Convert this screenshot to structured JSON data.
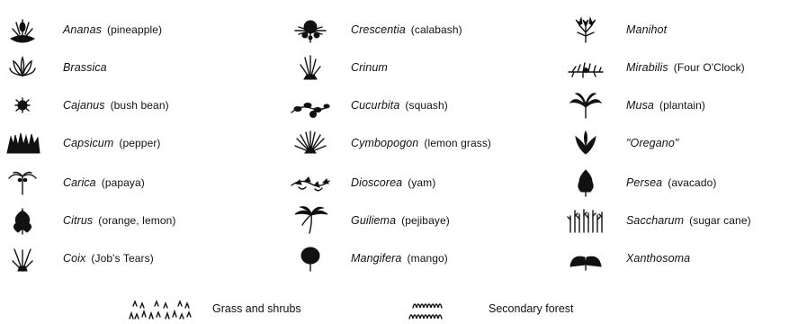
{
  "columns": [
    [
      {
        "genus": "Ananas",
        "common": "(pineapple)",
        "icon": "pineapple-icon"
      },
      {
        "genus": "Brassica",
        "common": "",
        "icon": "brassica-icon"
      },
      {
        "genus": "Cajanus",
        "common": "(bush bean)",
        "icon": "bush-bean-icon"
      },
      {
        "genus": "Capsicum",
        "common": "(pepper)",
        "icon": "pepper-icon"
      },
      {
        "genus": "Carica",
        "common": "(papaya)",
        "icon": "papaya-icon"
      },
      {
        "genus": "Citrus",
        "common": "(orange, lemon)",
        "icon": "citrus-icon"
      },
      {
        "genus": "Coix",
        "common": "(Job's Tears)",
        "icon": "coix-icon"
      }
    ],
    [
      {
        "genus": "Crescentia",
        "common": "(calabash)",
        "icon": "calabash-icon"
      },
      {
        "genus": "Crinum",
        "common": "",
        "icon": "crinum-icon"
      },
      {
        "genus": "Cucurbita",
        "common": "(squash)",
        "icon": "squash-icon"
      },
      {
        "genus": "Cymbopogon",
        "common": "(lemon grass)",
        "icon": "lemon-grass-icon"
      },
      {
        "genus": "Dioscorea",
        "common": "(yam)",
        "icon": "yam-icon"
      },
      {
        "genus": "Guiliema",
        "common": "(pejibaye)",
        "icon": "pejibaye-palm-icon"
      },
      {
        "genus": "Mangifera",
        "common": "(mango)",
        "icon": "mango-icon"
      }
    ],
    [
      {
        "genus": "Manihot",
        "common": "",
        "icon": "manihot-icon"
      },
      {
        "genus": "Mirabilis",
        "common": "(Four O'Clock)",
        "icon": "four-oclock-icon"
      },
      {
        "genus": "Musa",
        "common": "(plantain)",
        "icon": "plantain-icon"
      },
      {
        "genus": "\"Oregano\"",
        "common": "",
        "icon": "oregano-icon"
      },
      {
        "genus": "Persea",
        "common": "(avacado)",
        "icon": "avocado-icon"
      },
      {
        "genus": "Saccharum",
        "common": "(sugar cane)",
        "icon": "sugar-cane-icon"
      },
      {
        "genus": "Xanthosoma",
        "common": "",
        "icon": "xanthosoma-icon"
      }
    ]
  ],
  "bottom": [
    {
      "label": "Grass and shrubs",
      "icon": "grass-shrubs-icon"
    },
    {
      "label": "Secondary forest",
      "icon": "secondary-forest-icon"
    }
  ]
}
